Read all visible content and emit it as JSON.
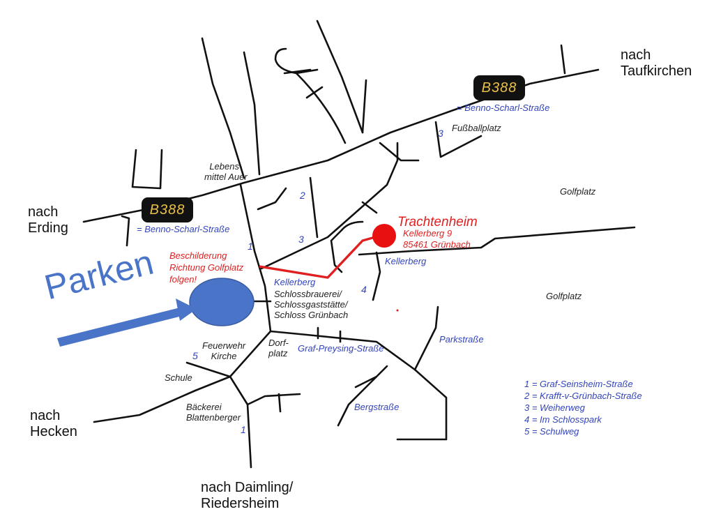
{
  "destinations": {
    "taufkirchen": "nach\nTaufkirchen",
    "erding": "nach\nErding",
    "hecken": "nach\nHecken",
    "daimling": "nach Daimling/\nRiedersheim"
  },
  "highway": {
    "label": "B388",
    "street_note": "= Benno-Scharl-Straße"
  },
  "places": {
    "lebensmittel": "Lebens-\nmittel Auer",
    "fussballplatz": "Fußballplatz",
    "golfplatz_top": "Golfplatz",
    "golfplatz_mid": "Golfplatz",
    "kellerberg_red": "Kellerberg",
    "brauerei": "Schlossbrauerei/\nSchlossgaststätte/\nSchloss Grünbach",
    "feuerwehr": "Feuerwehr\nKirche",
    "schule": "Schule",
    "dorfplatz": "Dorf-\nplatz",
    "baeckerei": "Bäckerei\nBlattenberger"
  },
  "streets": {
    "kellerberg_right": "Kellerberg",
    "graf_preysing": "Graf-Preysing-Straße",
    "parkstrasse": "Parkstraße",
    "bergstrasse": "Bergstraße"
  },
  "destination_marker": {
    "title": "Trachtenheim",
    "address_line1": "Kellerberg 9",
    "address_line2": "85461 Grünbach"
  },
  "signage_note": "Beschilderung\nRichtung Golfplatz\nfolgen!",
  "parking_label": "Parken",
  "street_numbers": [
    "1",
    "2",
    "3",
    "3",
    "4",
    "5",
    "1"
  ],
  "legend": [
    "1 = Graf-Seinsheim-Straße",
    "2 = Krafft-v-Grünbach-Straße",
    "3 = Weiherweg",
    "4 = Im Schlosspark",
    "5 = Schulweg"
  ],
  "colors": {
    "road": "#111111",
    "route": "#e02020",
    "parking": "#4a74c8",
    "street_label": "#3344bb"
  }
}
